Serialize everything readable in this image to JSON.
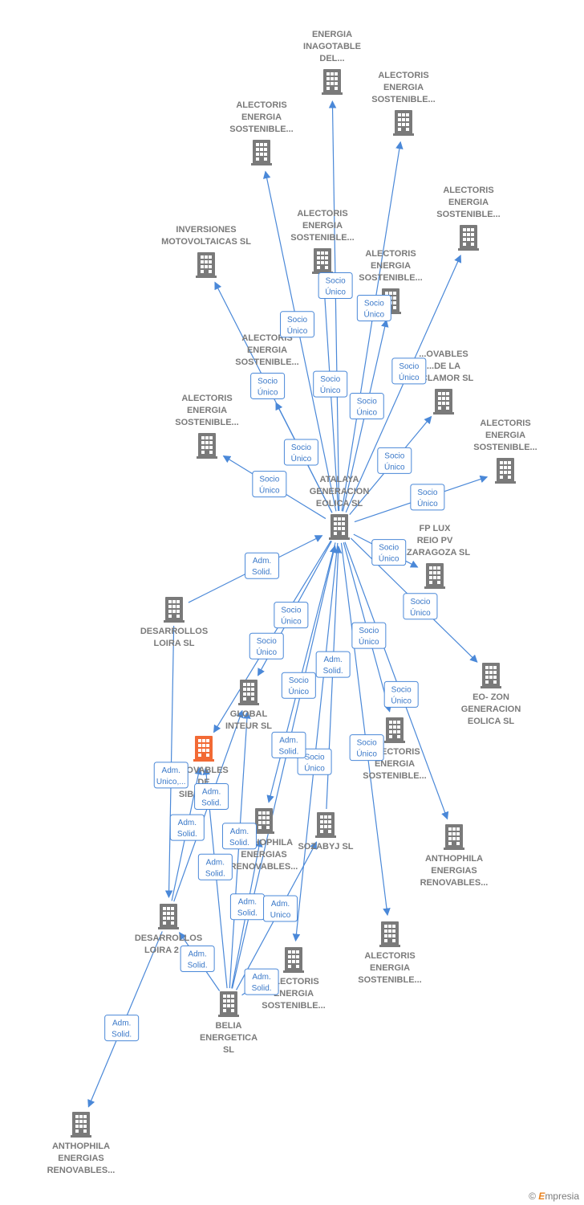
{
  "colors": {
    "node": "#7a7a7a",
    "node_highlight": "#f26a35",
    "edge": "#4a88d8"
  },
  "brand": {
    "copyright": "©",
    "e": "E",
    "name": "mpresia"
  },
  "nodes": [
    {
      "id": "energia_inagotable",
      "lines": [
        "ENERGIA",
        "INAGOTABLE",
        "DEL..."
      ],
      "icon": "building-icon"
    },
    {
      "id": "alectoris_1",
      "lines": [
        "ALECTORIS",
        "ENERGIA",
        "SOSTENIBLE..."
      ],
      "icon": "building-icon"
    },
    {
      "id": "alectoris_2",
      "lines": [
        "ALECTORIS",
        "ENERGIA",
        "SOSTENIBLE..."
      ],
      "icon": "building-icon"
    },
    {
      "id": "alectoris_3",
      "lines": [
        "ALECTORIS",
        "ENERGIA",
        "SOSTENIBLE..."
      ],
      "icon": "building-icon"
    },
    {
      "id": "inversiones_motovoltaicas",
      "lines": [
        "INVERSIONES",
        "MOTOVOLTAICAS SL"
      ],
      "icon": "building-icon"
    },
    {
      "id": "alectoris_4",
      "lines": [
        "ALECTORIS",
        "ENERGIA",
        "SOSTENIBLE..."
      ],
      "icon": "building-icon"
    },
    {
      "id": "alectoris_5",
      "lines": [
        "ALECTORIS",
        "ENERGIA",
        "SOSTENIBLE..."
      ],
      "icon": "building-icon"
    },
    {
      "id": "alectoris_6",
      "lines": [
        "ALECTORIS",
        "ENERGIA",
        "SOSTENIBLE..."
      ],
      "icon": "building-icon"
    },
    {
      "id": "renovables_clamor",
      "lines": [
        "...OVABLES",
        "...DE LA",
        "...CLAMOR  SL"
      ],
      "icon": "building-icon"
    },
    {
      "id": "alectoris_7",
      "lines": [
        "ALECTORIS",
        "ENERGIA",
        "SOSTENIBLE..."
      ],
      "icon": "building-icon"
    },
    {
      "id": "alectoris_8",
      "lines": [
        "ALECTORIS",
        "ENERGIA",
        "SOSTENIBLE..."
      ],
      "icon": "building-icon"
    },
    {
      "id": "atalaya",
      "lines": [
        "ATALAYA",
        "GENERACION",
        "EOLICA  SL"
      ],
      "icon": "building-icon"
    },
    {
      "id": "fp_lux",
      "lines": [
        "FP LUX",
        "REIO PV",
        "...ZARAGOZA  SL"
      ],
      "icon": "building-icon"
    },
    {
      "id": "desarrollos_loira",
      "lines": [
        "DESARROLLOS",
        "LOIRA SL"
      ],
      "icon": "building-icon"
    },
    {
      "id": "eo_zon",
      "lines": [
        "EO- ZON",
        "GENERACION",
        "EOLICA  SL"
      ],
      "icon": "building-icon"
    },
    {
      "id": "global_inteur",
      "lines": [
        "GLOBAL",
        "INTEUR  SL"
      ],
      "icon": "building-icon"
    },
    {
      "id": "renovables_sibirana",
      "lines": [
        "...OVABLES",
        "DE",
        "SIBIRANA..."
      ],
      "icon": "building-icon"
    },
    {
      "id": "alectoris_9",
      "lines": [
        "ALECTORIS",
        "ENERGIA",
        "SOSTENIBLE..."
      ],
      "icon": "building-icon"
    },
    {
      "id": "anthophila_1",
      "lines": [
        "ANTHOPHILA",
        "ENERGIAS",
        "RENOVABLES..."
      ],
      "icon": "building-icon"
    },
    {
      "id": "anthophila_2",
      "lines": [
        "ANTHOPHILA",
        "ENERGIAS",
        "RENOVABLES..."
      ],
      "icon": "building-icon"
    },
    {
      "id": "sozabyj",
      "lines": [
        "SOZABYJ SL"
      ],
      "icon": "building-icon"
    },
    {
      "id": "desarrollos_loira_2",
      "lines": [
        "DESARROLLOS",
        "LOIRA 2  SL"
      ],
      "icon": "building-icon"
    },
    {
      "id": "alectoris_10",
      "lines": [
        "ALECTORIS",
        "ENERGIA",
        "SOSTENIBLE..."
      ],
      "icon": "building-icon"
    },
    {
      "id": "alectoris_11",
      "lines": [
        "ALECTORIS",
        "ENERGIA",
        "SOSTENIBLE..."
      ],
      "icon": "building-icon"
    },
    {
      "id": "belia",
      "lines": [
        "BELIA",
        "ENERGETICA",
        "SL"
      ],
      "icon": "building-icon"
    },
    {
      "id": "anthophila_3",
      "lines": [
        "ANTHOPHILA",
        "ENERGIAS",
        "RENOVABLES..."
      ],
      "icon": "building-icon"
    }
  ],
  "edges": [
    {
      "from": "atalaya",
      "to": "energia_inagotable",
      "label": [
        "Socio",
        "Único"
      ]
    },
    {
      "from": "atalaya",
      "to": "alectoris_1",
      "label": [
        "Socio",
        "Único"
      ]
    },
    {
      "from": "atalaya",
      "to": "alectoris_2",
      "label": [
        "Socio",
        "Único"
      ]
    },
    {
      "from": "atalaya",
      "to": "alectoris_3",
      "label": [
        "Socio",
        "Único"
      ]
    },
    {
      "from": "atalaya",
      "to": "inversiones_motovoltaicas",
      "label": [
        "Socio",
        "Único"
      ]
    },
    {
      "from": "atalaya",
      "to": "alectoris_4",
      "label": [
        "Socio",
        "Único"
      ]
    },
    {
      "from": "atalaya",
      "to": "alectoris_5",
      "label": [
        "Socio",
        "Único"
      ]
    },
    {
      "from": "atalaya",
      "to": "alectoris_6",
      "label": [
        "Socio",
        "Único"
      ]
    },
    {
      "from": "atalaya",
      "to": "renovables_clamor",
      "label": [
        "Socio",
        "Único"
      ]
    },
    {
      "from": "atalaya",
      "to": "alectoris_7",
      "label": [
        "Socio",
        "Único"
      ]
    },
    {
      "from": "atalaya",
      "to": "alectoris_8",
      "label": [
        "Socio",
        "Único"
      ]
    },
    {
      "from": "atalaya",
      "to": "fp_lux",
      "label": [
        "Socio",
        "Único"
      ]
    },
    {
      "from": "atalaya",
      "to": "eo_zon",
      "label": [
        "Socio",
        "Único"
      ]
    },
    {
      "from": "desarrollos_loira",
      "to": "atalaya",
      "label": [
        "Adm.",
        "Solid."
      ]
    },
    {
      "from": "atalaya",
      "to": "global_inteur",
      "label": [
        "Socio",
        "Único"
      ]
    },
    {
      "from": "atalaya",
      "to": "renovables_sibirana",
      "label": [
        "Socio",
        "Único"
      ]
    },
    {
      "from": "atalaya",
      "to": "alectoris_9",
      "label": [
        "Socio",
        "Único"
      ]
    },
    {
      "from": "atalaya",
      "to": "anthophila_1",
      "label": [
        "Socio",
        "Único"
      ]
    },
    {
      "from": "atalaya",
      "to": "anthophila_2",
      "label": [
        "Socio",
        "Único"
      ]
    },
    {
      "from": "sozabyj",
      "to": "atalaya",
      "label": [
        "Adm.",
        "Solid."
      ]
    },
    {
      "from": "atalaya",
      "to": "alectoris_10",
      "label": [
        "Socio",
        "Único"
      ]
    },
    {
      "from": "atalaya",
      "to": "alectoris_11",
      "label": [
        "Socio",
        "Único"
      ]
    },
    {
      "from": "desarrollos_loira",
      "to": "desarrollos_loira_2",
      "label": [
        "Adm.",
        "Unico,..."
      ]
    },
    {
      "from": "desarrollos_loira_2",
      "to": "renovables_sibirana",
      "label": [
        "Adm.",
        "Solid."
      ]
    },
    {
      "from": "desarrollos_loira_2",
      "to": "global_inteur",
      "label": [
        "Adm.",
        "Solid."
      ]
    },
    {
      "from": "desarrollos_loira_2",
      "to": "anthophila_3",
      "label": [
        "Adm.",
        "Solid."
      ]
    },
    {
      "from": "belia",
      "to": "desarrollos_loira_2",
      "label": [
        "Adm.",
        "Solid."
      ]
    },
    {
      "from": "belia",
      "to": "global_inteur",
      "label": [
        "Adm.",
        "Solid."
      ]
    },
    {
      "from": "belia",
      "to": "renovables_sibirana",
      "label": [
        "Adm.",
        "Solid."
      ]
    },
    {
      "from": "belia",
      "to": "anthophila_1",
      "label": [
        "Adm.",
        "Solid."
      ]
    },
    {
      "from": "belia",
      "to": "alectoris_10",
      "label": [
        "Adm.",
        "Solid."
      ]
    },
    {
      "from": "belia",
      "to": "sozabyj",
      "label": [
        "Adm.",
        "Unico"
      ]
    },
    {
      "from": "belia",
      "to": "atalaya",
      "label": [
        "Adm.",
        "Solid."
      ]
    }
  ]
}
